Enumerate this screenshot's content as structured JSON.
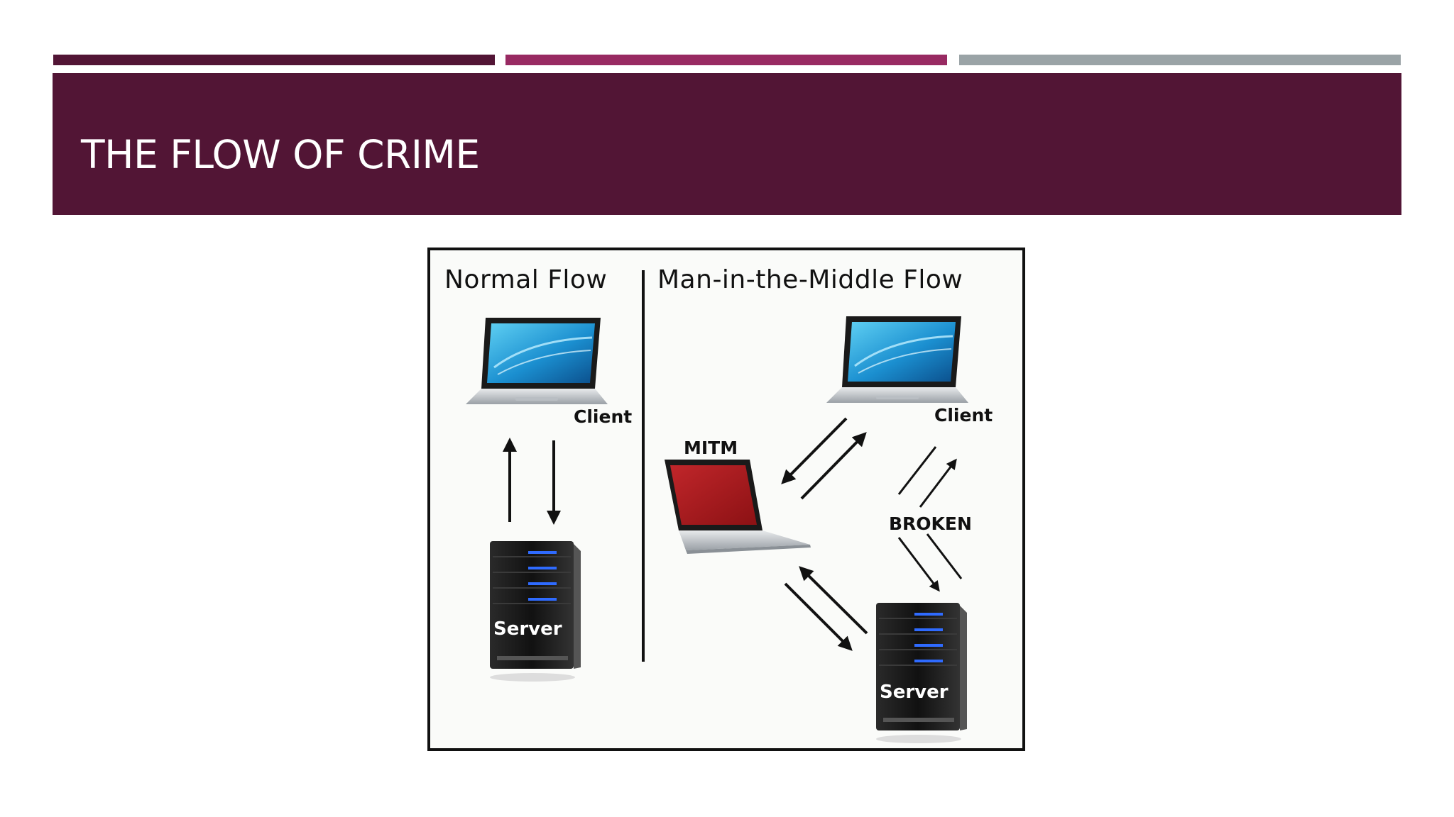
{
  "slide": {
    "title": "THE FLOW OF CRIME"
  },
  "colors": {
    "title_band": "#521535",
    "bar_dark": "#521535",
    "bar_magenta": "#982a62",
    "bar_gray": "#9aa3a6"
  },
  "diagram": {
    "normal_flow": {
      "heading": "Normal Flow",
      "client_label": "Client",
      "server_label": "Server"
    },
    "mitm_flow": {
      "heading": "Man-in-the-Middle Flow",
      "client_label": "Client",
      "mitm_label": "MITM",
      "broken_label": "BROKEN",
      "server_label": "Server"
    },
    "icons": [
      "laptop-icon",
      "server-icon",
      "arrow-up-icon",
      "arrow-down-icon"
    ]
  }
}
